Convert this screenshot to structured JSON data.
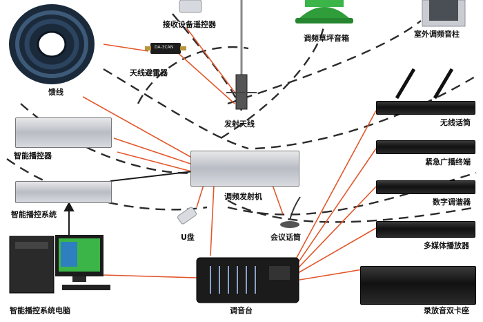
{
  "labels": {
    "receiver_remote": "接收设备遥控器",
    "antenna_arrester": "天线避雷器",
    "feeder": "馈线",
    "transmit_antenna": "发射天线",
    "lawn_speaker": "调频草坪音箱",
    "outdoor_column": "室外调频音柱",
    "wireless_mic": "无线话筒",
    "emergency_terminal": "紧急广播终端",
    "digital_tuner": "数字调谐器",
    "media_player": "多媒体播放器",
    "cassette_deck": "录放音双卡座",
    "smart_controller": "智能播控器",
    "smart_system": "智能播控系统",
    "smart_pc": "智能播控系统电脑",
    "fm_transmitter": "调频发射机",
    "usb_disk": "U盘",
    "conference_mic": "会议话筒",
    "mixer": "调音台"
  },
  "device_text": {
    "arrester_model": "DA-3CAN"
  },
  "colors": {
    "wire": "#e2572b",
    "dashed_link": "#2b2b2b",
    "feed_line": "#1a1a1a",
    "lawn_speaker_green": "#2f9e3a"
  }
}
